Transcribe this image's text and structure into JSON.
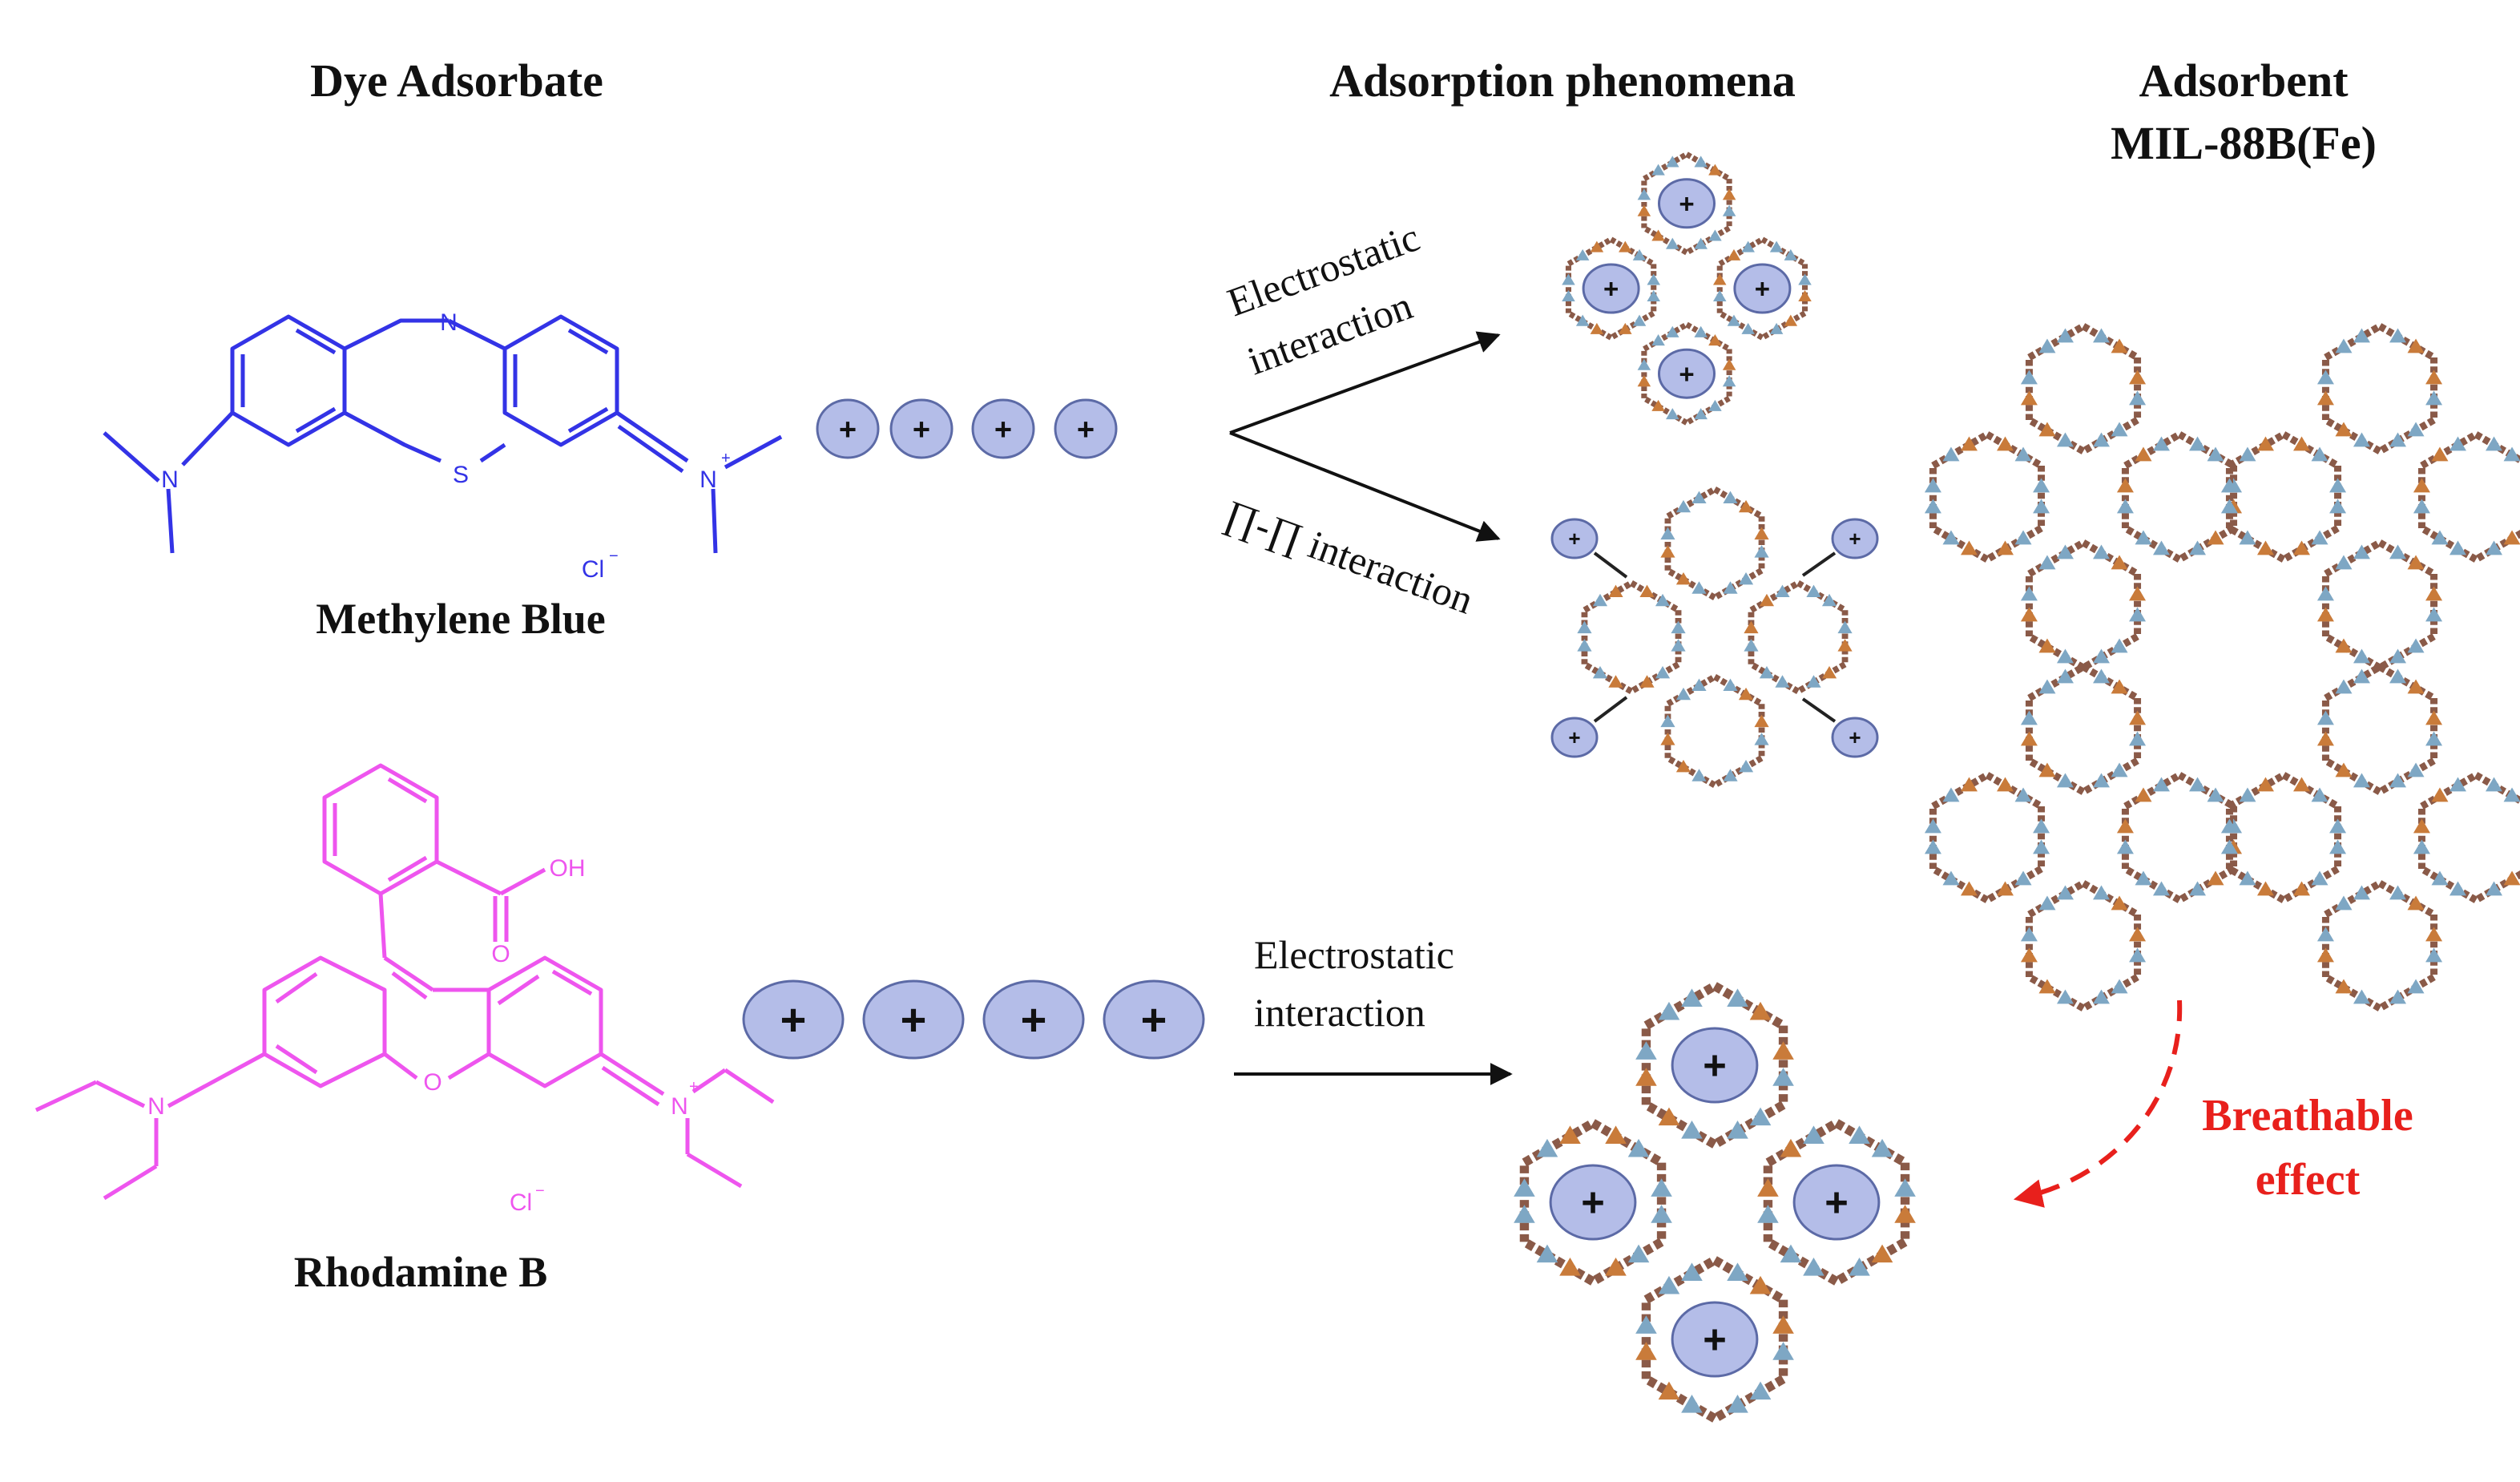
{
  "headings": {
    "dye_adsorbate": "Dye Adsorbate",
    "adsorption_phenomena": "Adsorption phenomena",
    "adsorbent_line1": "Adsorbent",
    "adsorbent_line2": "MIL-88B(Fe)"
  },
  "dyes": {
    "methylene_blue": {
      "name": "Methylene Blue",
      "color": "#3333e6",
      "atoms": {
        "n_top": "N",
        "s": "S",
        "n_left": "N",
        "n_right": "N",
        "plus": "+",
        "cl": "Cl",
        "minus": "−"
      }
    },
    "rhodamine_b": {
      "name": "Rhodamine B",
      "color": "#ee55ee",
      "atoms": {
        "o": "O",
        "oh": "OH",
        "o_carbonyl": "O",
        "n_left": "N",
        "n_right": "N",
        "plus": "+",
        "cl": "Cl",
        "minus": "−"
      }
    }
  },
  "cation_symbol": "+",
  "interactions": {
    "electrostatic_line1": "Electrostatic",
    "electrostatic_line2": "interaction",
    "pi_pi": "∏-∏ interaction"
  },
  "breathable": {
    "line1": "Breathable",
    "line2": "effect",
    "color": "#e8201c"
  },
  "colors": {
    "cation_fill": "#b4bde8",
    "cation_stroke": "#5c6aa6",
    "linker": "#8a5a48",
    "node_blue": "#7ea7c4",
    "node_orange": "#c97b3a"
  }
}
